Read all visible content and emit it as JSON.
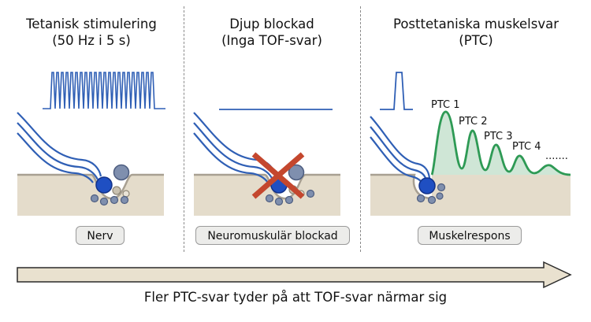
{
  "panels": [
    {
      "title_line1": "Tetanisk stimulering",
      "title_line2": "(50 Hz i 5 s)",
      "label": "Nerv"
    },
    {
      "title_line1": "Djup blockad",
      "title_line2": "(Inga TOF-svar)",
      "label": "Neuromuskulär blockad"
    },
    {
      "title_line1": "Posttetaniska muskelsvar",
      "title_line2": "(PTC)",
      "label": "Muskelrespons"
    }
  ],
  "ptc_labels": [
    "PTC 1",
    "PTC 2",
    "PTC 3",
    "PTC 4"
  ],
  "ptc_ellipsis": ".......",
  "caption": "Fler PTC-svar tyder på att TOF-svar närmar sig",
  "colors": {
    "nerve": "#2f5fb5",
    "pulse": "#2f5fb5",
    "tissue": "#e4dccb",
    "muscle_response": "#2e9a55",
    "muscle_fill": "#cfe6d6",
    "block": "#c4472e",
    "vesicle": "#7f8fae"
  },
  "icons": [
    "nerve-terminal-icon",
    "block-x-icon",
    "arrow-right-icon"
  ]
}
